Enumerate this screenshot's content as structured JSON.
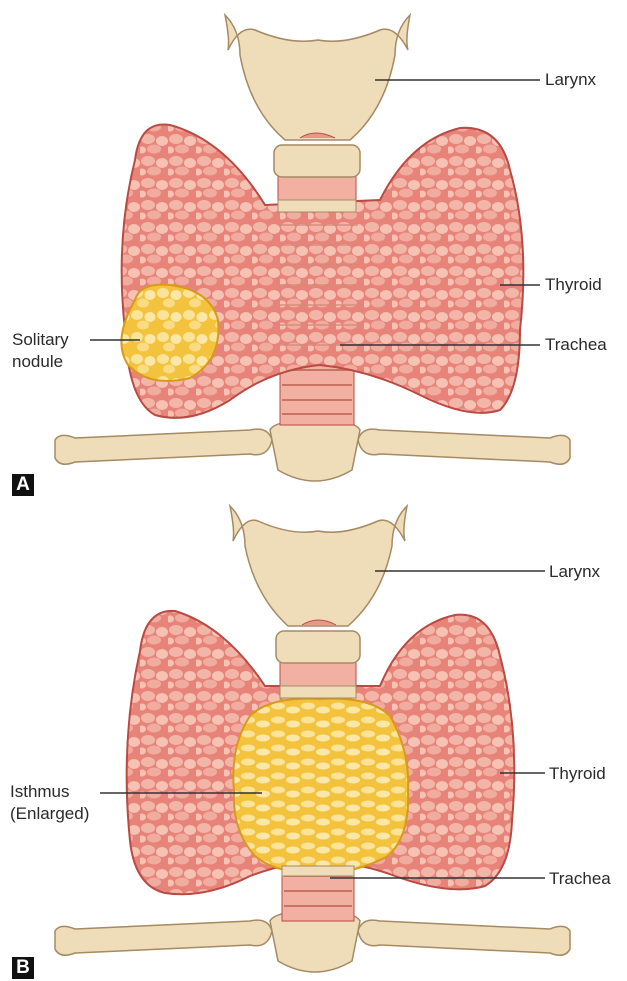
{
  "panels": [
    {
      "letter": "A",
      "labels": {
        "larynx": "Larynx",
        "thyroid": "Thyroid",
        "trachea": "Trachea",
        "left_label": "Solitary\nnodule"
      }
    },
    {
      "letter": "B",
      "labels": {
        "larynx": "Larynx",
        "thyroid": "Thyroid",
        "trachea": "Trachea",
        "left_label": "Isthmus\n(Enlarged)"
      }
    }
  ],
  "colors": {
    "thyroid_fill": "#e8837a",
    "thyroid_edge": "#b94a44",
    "cartilage": "#efdcb8",
    "cartilage_edge": "#a58a64",
    "nodule": "#f4c33e",
    "nodule_edge": "#d99a1c",
    "trachea_ring": "#d68b7c",
    "leader_line": "#333333"
  }
}
